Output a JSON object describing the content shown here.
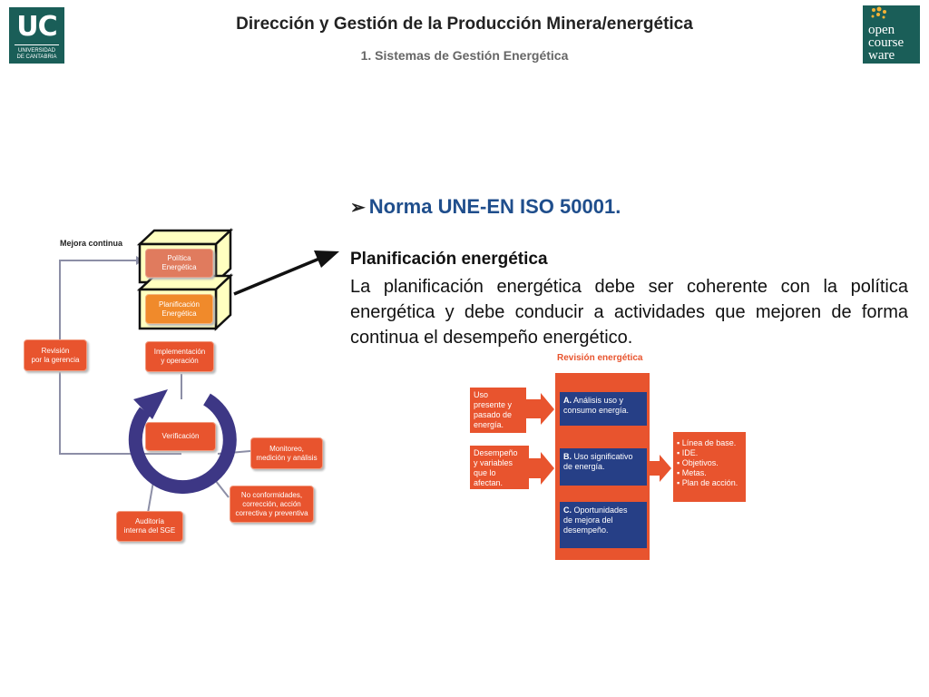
{
  "header": {
    "title": "Dirección y Gestión de la Producción Minera/energética",
    "subtitle": "1. Sistemas de Gestión Energética",
    "uc_logo": {
      "letters": "UC",
      "line1": "UNIVERSIDAD",
      "line2": "DE CANTABRIA"
    },
    "ocw_logo": {
      "line1": "open",
      "line2": "course",
      "line3": "ware"
    }
  },
  "cycle_diagram": {
    "label": "Mejora continua",
    "politica": "Política\nEnergética",
    "planificacion": "Planificación\nEnergética",
    "implementacion": "Implementación\ny operación",
    "verificacion": "Verificación",
    "revision": "Revisión\npor la gerencia",
    "monitoreo": "Monitoreo,\nmedición y análisis",
    "no_conformidades": "No conformidades,\ncorrección, acción\ncorrectiva y preventiva",
    "auditoria": "Auditoría\ninterna del SGE"
  },
  "content": {
    "bullet": "Norma UNE-EN ISO 50001.",
    "section_title": "Planificación energética",
    "paragraph": "La planificación energética debe ser coherente con la política energética y debe conducir a actividades que mejoren de forma continua el desempeño energético."
  },
  "review_diagram": {
    "title": "Revisión energética",
    "input1": "Uso\npresente y\npasado de\nenergía.",
    "input2": "Desempeño\ny variables\nque lo afectan.",
    "a_letter": "A.",
    "a_text": " Análisis uso y\nconsumo energía.",
    "b_letter": "B.",
    "b_text": " Uso significativo\nde energía.",
    "c_letter": "C.",
    "c_text": " Oportunidades\nde mejora del\ndesempeño.",
    "outputs": [
      "Línea de base.",
      "IDE.",
      "Objetivos.",
      "Metas.",
      "Plan de acción."
    ]
  },
  "colors": {
    "brand_green": "#1a5e58",
    "accent_orange": "#e8542e",
    "navy": "#263f86",
    "cycle_purple": "#3d3785"
  }
}
